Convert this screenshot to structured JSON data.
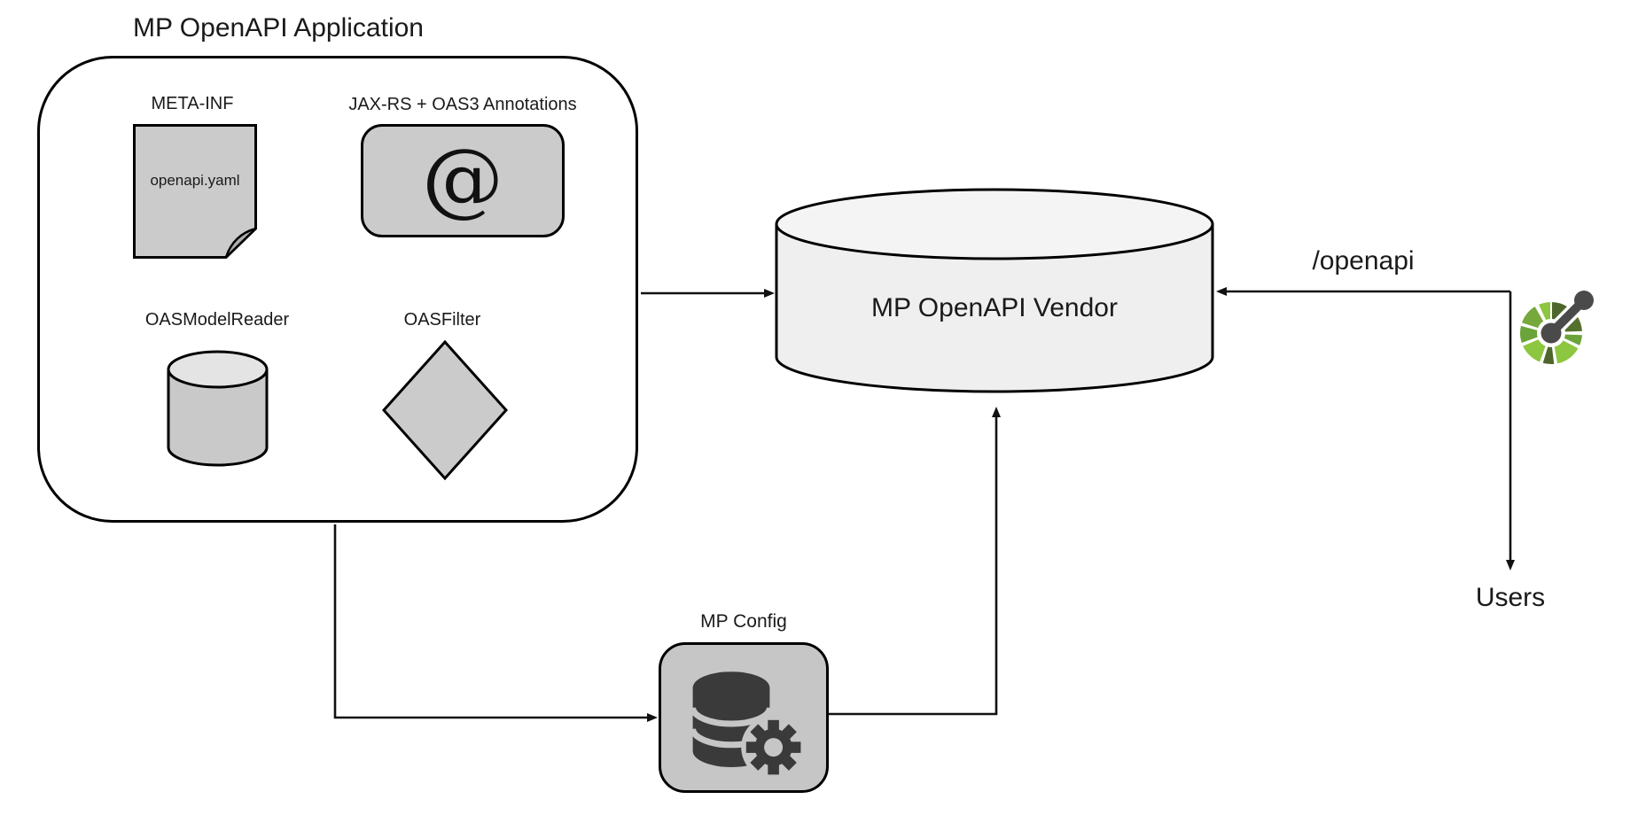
{
  "diagram": {
    "title": "MP OpenAPI Application",
    "app": {
      "meta_inf_label": "META-INF",
      "meta_inf_file": "openapi.yaml",
      "annotations_label": "JAX-RS + OAS3 Annotations",
      "annotations_symbol": "@",
      "model_reader_label": "OASModelReader",
      "filter_label": "OASFilter"
    },
    "vendor_label": "MP OpenAPI Vendor",
    "config_label": "MP Config",
    "endpoint_label": "/openapi",
    "users_label": "Users",
    "icons": {
      "annotations": "at-sign-icon",
      "meta_inf": "document-page-icon",
      "model_reader": "cylinder-icon",
      "filter": "diamond-icon",
      "vendor": "database-cylinder-icon",
      "config": "database-gear-icon",
      "endpoint_consumer": "openapi-initiative-logo-icon"
    },
    "colors": {
      "stroke": "#000000",
      "shape_fill": "#cbcbcb",
      "vendor_fill": "#efefef",
      "config_fill": "#c6c6c6",
      "dark_icon": "#3a3a3a",
      "logo_green_bright": "#8dc63f",
      "logo_green_mid": "#6ba43a",
      "logo_green_dark": "#4e662b",
      "logo_gray": "#4a4a4a"
    }
  }
}
